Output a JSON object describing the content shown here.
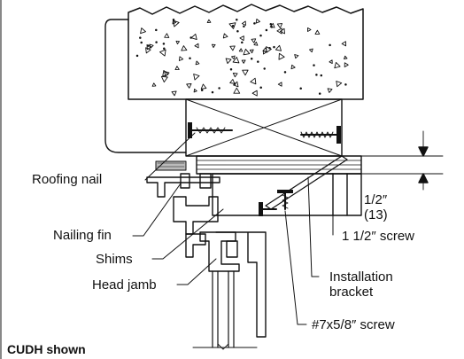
{
  "callouts": {
    "roofing_nail": "Roofing nail",
    "nailing_fin": "Nailing fin",
    "shims": "Shims",
    "head_jamb": "Head jamb",
    "dimension_fraction": "1/2″",
    "dimension_metric": "(13)",
    "screw_long": "1 1/2″ screw",
    "installation_bracket_line1": "Installation",
    "installation_bracket_line2": "bracket",
    "screw_small": "#7x5/8″ screw"
  },
  "caption": "CUDH shown"
}
